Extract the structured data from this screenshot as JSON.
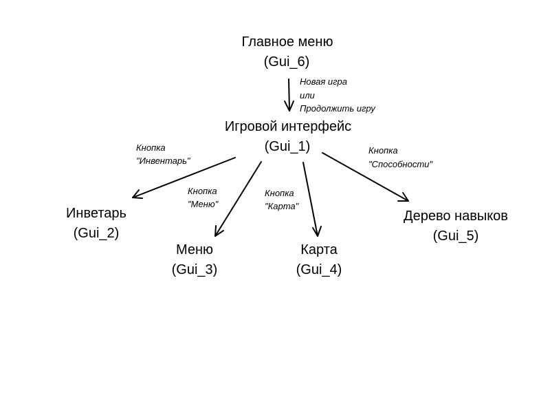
{
  "nodes": {
    "main_menu": {
      "title": "Главное меню",
      "id": "(Gui_6)"
    },
    "game_ui": {
      "title": "Игровой интерфейс",
      "id": "(Gui_1)"
    },
    "inventory": {
      "title": "Инветарь",
      "id": "(Gui_2)"
    },
    "menu": {
      "title": "Меню",
      "id": "(Gui_3)"
    },
    "map": {
      "title": "Карта",
      "id": "(Gui_4)"
    },
    "skill_tree": {
      "title": "Дерево навыков",
      "id": "(Gui_5)"
    }
  },
  "edges": {
    "main_to_game": [
      "Новая игра",
      "или",
      "Продолжить игру"
    ],
    "game_to_inventory": [
      "Кнопка",
      "\"Инвентарь\""
    ],
    "game_to_menu": [
      "Кнопка",
      "\"Меню\""
    ],
    "game_to_map": [
      "Кнопка",
      "\"Карта\""
    ],
    "game_to_skills": [
      "Кнопка",
      "\"Способности\""
    ]
  }
}
